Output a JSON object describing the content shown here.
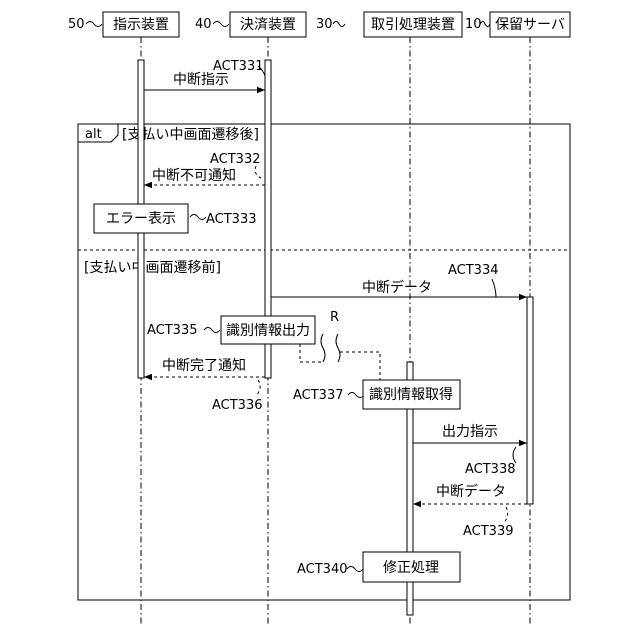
{
  "participants": [
    {
      "number": "50",
      "name": "指示装置"
    },
    {
      "number": "40",
      "name": "決済装置"
    },
    {
      "number": "30",
      "name": "取引処理装置"
    },
    {
      "number": "10",
      "name": "保留サーバ"
    }
  ],
  "frame": {
    "operator": "alt",
    "guard_1": "[支払い中画面遷移後]",
    "guard_2": "[支払い中画面遷移前]"
  },
  "messages": {
    "m331": {
      "ref": "ACT331",
      "label": "中断指示"
    },
    "m332": {
      "ref": "ACT332",
      "label": "中断不可通知"
    },
    "m334": {
      "ref": "ACT334",
      "label": "中断データ"
    },
    "m336": {
      "ref": "ACT336",
      "label": "中断完了通知"
    },
    "m338": {
      "ref": "ACT338",
      "label": "出力指示"
    },
    "m339": {
      "ref": "ACT339",
      "label": "中断データ"
    }
  },
  "actions": {
    "a333": {
      "ref": "ACT333",
      "label": "エラー表示"
    },
    "a335": {
      "ref": "ACT335",
      "label": "識別情報出力"
    },
    "a337": {
      "ref": "ACT337",
      "label": "識別情報取得"
    },
    "a340": {
      "ref": "ACT340",
      "label": "修正処理"
    }
  },
  "annotation": {
    "label": "R"
  }
}
